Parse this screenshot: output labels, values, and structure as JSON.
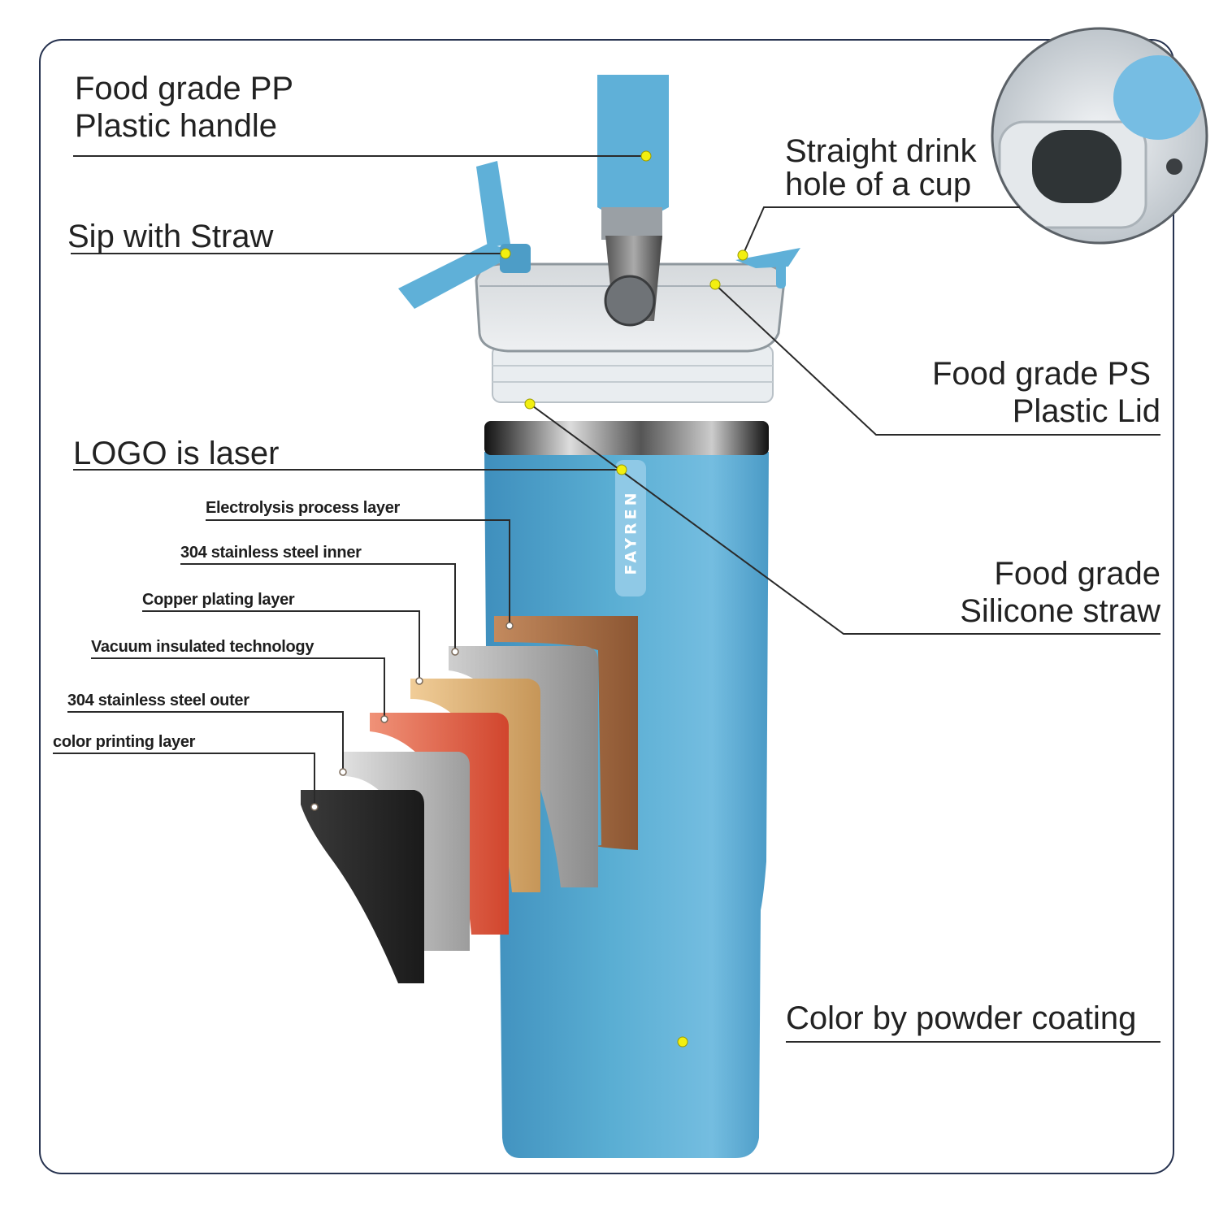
{
  "labels": {
    "handle": [
      "Food grade PP",
      "Plastic handle"
    ],
    "sip": "Sip with Straw",
    "drink_hole": [
      "Straight drink",
      "hole of a cup"
    ],
    "lid": [
      "Food grade PS",
      "Plastic Lid"
    ],
    "logo": "LOGO is laser",
    "straw": [
      "Food grade",
      "Silicone straw"
    ],
    "powder": "Color by powder coating"
  },
  "layers": [
    "Electrolysis process layer",
    "304 stainless steel inner",
    "Copper plating layer",
    "Vacuum insulated technology",
    "304 stainless steel outer",
    "color printing layer"
  ],
  "brand_logo": "FAYREN",
  "colors": {
    "frame": "#26324f",
    "tumbler_blue": "#5aaed3",
    "handle_blue": "#5fb0d8",
    "leader_dot": "#f2ef10",
    "leader_line": "#2a2a2a",
    "layer_electrolysis": "#a76c45",
    "layer_steel_inner": "#a9aaab",
    "layer_copper": "#dbb07a",
    "layer_vacuum": "#e06248",
    "layer_steel_outer": "#b6b6b6",
    "layer_color_print": "#2b2b2b"
  }
}
